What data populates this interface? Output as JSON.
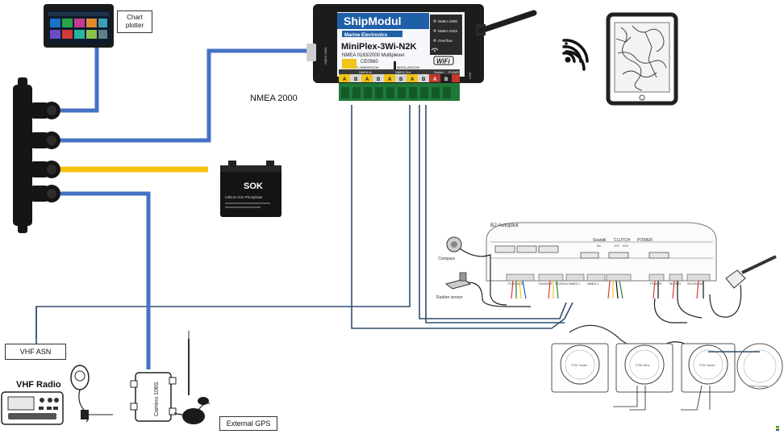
{
  "chart_plotter": {
    "label": "Chart plotter"
  },
  "multiplexer": {
    "brand": "ShipModul",
    "brand_sub": "Marine Electronics",
    "model": "MiniPlex-3Wi-N2K",
    "description": "NMEA 0183/2000 Multiplexer",
    "led_labels": [
      "NMEA 2000",
      "NMEA 0183",
      "Overflow"
    ],
    "wifi_badge": "WiFi",
    "ce_mark": "CE0560",
    "fcc_id": "FC R6BAPGCW",
    "ic_id": "6697A-APGCW",
    "port_letters": [
      "A",
      "B",
      "A",
      "B",
      "A",
      "B",
      "A",
      "B",
      "A",
      "B"
    ],
    "section_labels": [
      "NMEA In",
      "NMEA Out",
      "Switch",
      "POWER"
    ],
    "side_label": "NMEA 2000",
    "side_label2": "USB"
  },
  "nmea_label": "NMEA 2000",
  "battery": {
    "brand": "SOK",
    "text": "Lithium Iron Phosphate"
  },
  "tablet": {
    "icon": "wifi-icon"
  },
  "autopilot": {
    "title": "B2 Autopilot",
    "compass_label": "Compass",
    "rudder_label": "Rudder sensor",
    "top_labels": [
      "Seatalk",
      "CLUTCH",
      "POWER"
    ],
    "sub_labels": [
      "6A",
      "12V",
      "24V"
    ],
    "terminal_labels": [
      "FLUXGATE",
      "RUDDER",
      "SEATALK",
      "NMEA 1",
      "NMEA 2",
      "POWER",
      "MOTOR",
      "SOLENOID"
    ]
  },
  "instruments": {
    "labels": [
      "ST60 Tridata",
      "ST60 Wind",
      "ST60 Speed",
      "ST60 Compass"
    ]
  },
  "vhf_asn": {
    "label": "VHF ASN"
  },
  "vhf_radio": {
    "label": "VHF Radio"
  },
  "camino": {
    "label": "Camino 108S"
  },
  "external_gps": {
    "label": "External GPS"
  },
  "colors": {
    "nmea2000_cable": "#4472c4",
    "power_cable": "#f4c20d",
    "nmea0183_wire": "#3a5a7a"
  }
}
